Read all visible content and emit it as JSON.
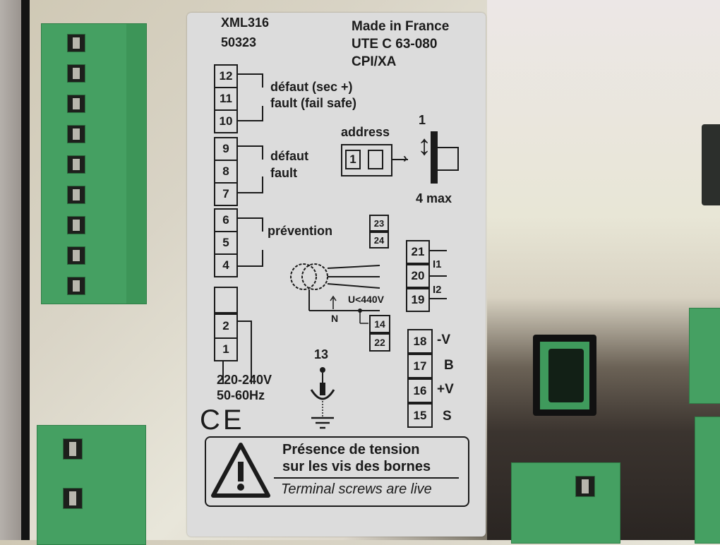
{
  "label": {
    "model": "XML316",
    "code": "50323",
    "origin": "Made in France",
    "standard": "UTE C 63-080",
    "cert": "CPI/XA",
    "relays": [
      {
        "terminals": [
          "12",
          "11",
          "10"
        ],
        "label_fr": "défaut (sec +)",
        "label_en": "fault (fail safe)"
      },
      {
        "terminals": [
          "9",
          "8",
          "7"
        ],
        "label_fr": "défaut",
        "label_en": "fault"
      },
      {
        "terminals": [
          "6",
          "5",
          "4"
        ],
        "label_fr": "prévention"
      }
    ],
    "address": {
      "title": "address",
      "digit": "1",
      "range_top": "1",
      "range_bottom": "4 max"
    },
    "aux_terminals": [
      "23",
      "24"
    ],
    "measurement": {
      "voltage": "U<440V",
      "neutral": "N",
      "terminals": [
        "14",
        "22"
      ]
    },
    "inputs": {
      "terminals": [
        "21",
        "20",
        "19"
      ],
      "labels": [
        "I1",
        "I2"
      ]
    },
    "bus": [
      {
        "terminal": "18",
        "label": "-V"
      },
      {
        "terminal": "17",
        "label": "B"
      },
      {
        "terminal": "16",
        "label": "+V"
      },
      {
        "terminal": "15",
        "label": "S"
      }
    ],
    "power": {
      "terminals": [
        "2",
        "1"
      ],
      "voltage": "220-240V",
      "frequency": "50-60Hz"
    },
    "earth": {
      "terminal": "13"
    },
    "ce_mark": "CE",
    "warning": {
      "line1": "Présence de tension",
      "line2": "sur les vis des bornes",
      "line3": "Terminal screws are live"
    }
  },
  "colors": {
    "terminal_green": "#45a062",
    "label_bg": "#dcdcdc",
    "ink": "#1b1b1b"
  }
}
